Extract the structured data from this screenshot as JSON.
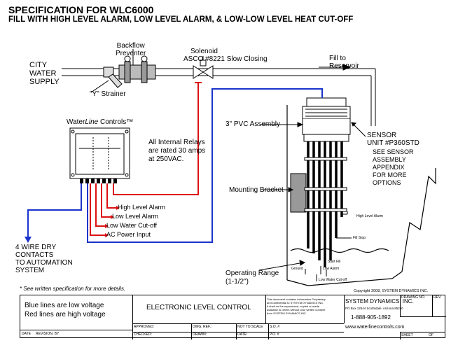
{
  "title": {
    "line1": "SPECIFICATION FOR WLC6000",
    "line2": "FILL WITH HIGH LEVEL ALARM, LOW LEVEL ALARM, & LOW-LOW LEVEL HEAT CUT-OFF"
  },
  "labels": {
    "city_water_supply": [
      "CITY",
      "WATER",
      "SUPPLY"
    ],
    "backflow_preventer": [
      "Backflow",
      "Preventer"
    ],
    "solenoid": [
      "Solenoid",
      "ASCO #8221 Slow Closing"
    ],
    "fill_to_reservoir": [
      "Fill to",
      "Reservoir"
    ],
    "y_strainer": "\"Y\" Strainer",
    "waterline_controls_prefix": "Water",
    "waterline_controls_italic": "Line",
    "waterline_controls_suffix": " Controls™",
    "relays_note": [
      "All Internal Relays",
      "are rated 30 amps",
      "at 250VAC."
    ],
    "pvc_assembly": "3\" PVC Assembly",
    "sensor_unit": [
      "SENSOR",
      "UNIT  #P360STD"
    ],
    "sensor_appendix": [
      "SEE SENSOR",
      "ASSEMBLY",
      "APPENDIX",
      "FOR MORE",
      "OPTIONS"
    ],
    "mounting_bracket": "Mounting Bracket",
    "relay_outputs": [
      "High Level Alarm",
      "Low Level Alarm",
      "Low Water Cut-off",
      "AC Power Input"
    ],
    "four_wire": [
      "4 WIRE DRY",
      "CONTACTS",
      "TO AUTOMATION",
      "SYSTEM"
    ],
    "sensor_levels": {
      "high_level_alarm": "High Level Alarm",
      "fill_stop": "Fill Stop",
      "start_fill": "Start Fill",
      "low_alarm": "Low Alarm",
      "ground": "Ground",
      "low_water_cutoff": "Low Water Cut-off"
    },
    "operating_range": [
      "Operating Range",
      "(1-1/2\")"
    ],
    "see_spec": "* See written specification for more details.",
    "copyright": "Copyright 2008, SYSTEM DYNAMICS  INC."
  },
  "title_block": {
    "legend": [
      "Blue lines are low voltage",
      "Red lines are high voltage"
    ],
    "drawing_title": "ELECTRONIC LEVEL CONTROL",
    "proprietary": [
      "This document contains information Proprietary",
      "and confidential to SYSTEM DYNAMICS INC.",
      "It shall not be reproduced, copied or made",
      "available to others without prior written consent",
      "from SYSTEM DYNAMICS INC."
    ],
    "company": "SYSTEM DYNAMICS, INC.",
    "address": "PO Box 12544    Scottsdale, Arizona 85260",
    "phone": "1-888-905-1892",
    "website": "www.waterlinecontrols.com",
    "fields": {
      "date": "DATE",
      "revision_by": "REVISION, BY",
      "approved": "APPROVED:",
      "checked": "CHECKED:",
      "date_ref": "DWG. REF.:",
      "drawn": "DRAWN:",
      "date2": "DATE:",
      "not_to_scale": "NOT TO SCALE",
      "so": "S.O. #",
      "po": "P.O. #",
      "drawing_no": "DRAWING NO.",
      "rev": "REV.",
      "sheet": "SHEET",
      "of": "OF"
    }
  },
  "colors": {
    "low_voltage": "#1a33cc",
    "high_voltage": "#dd1111",
    "pipe": "#000000",
    "bracket": "#999999"
  }
}
